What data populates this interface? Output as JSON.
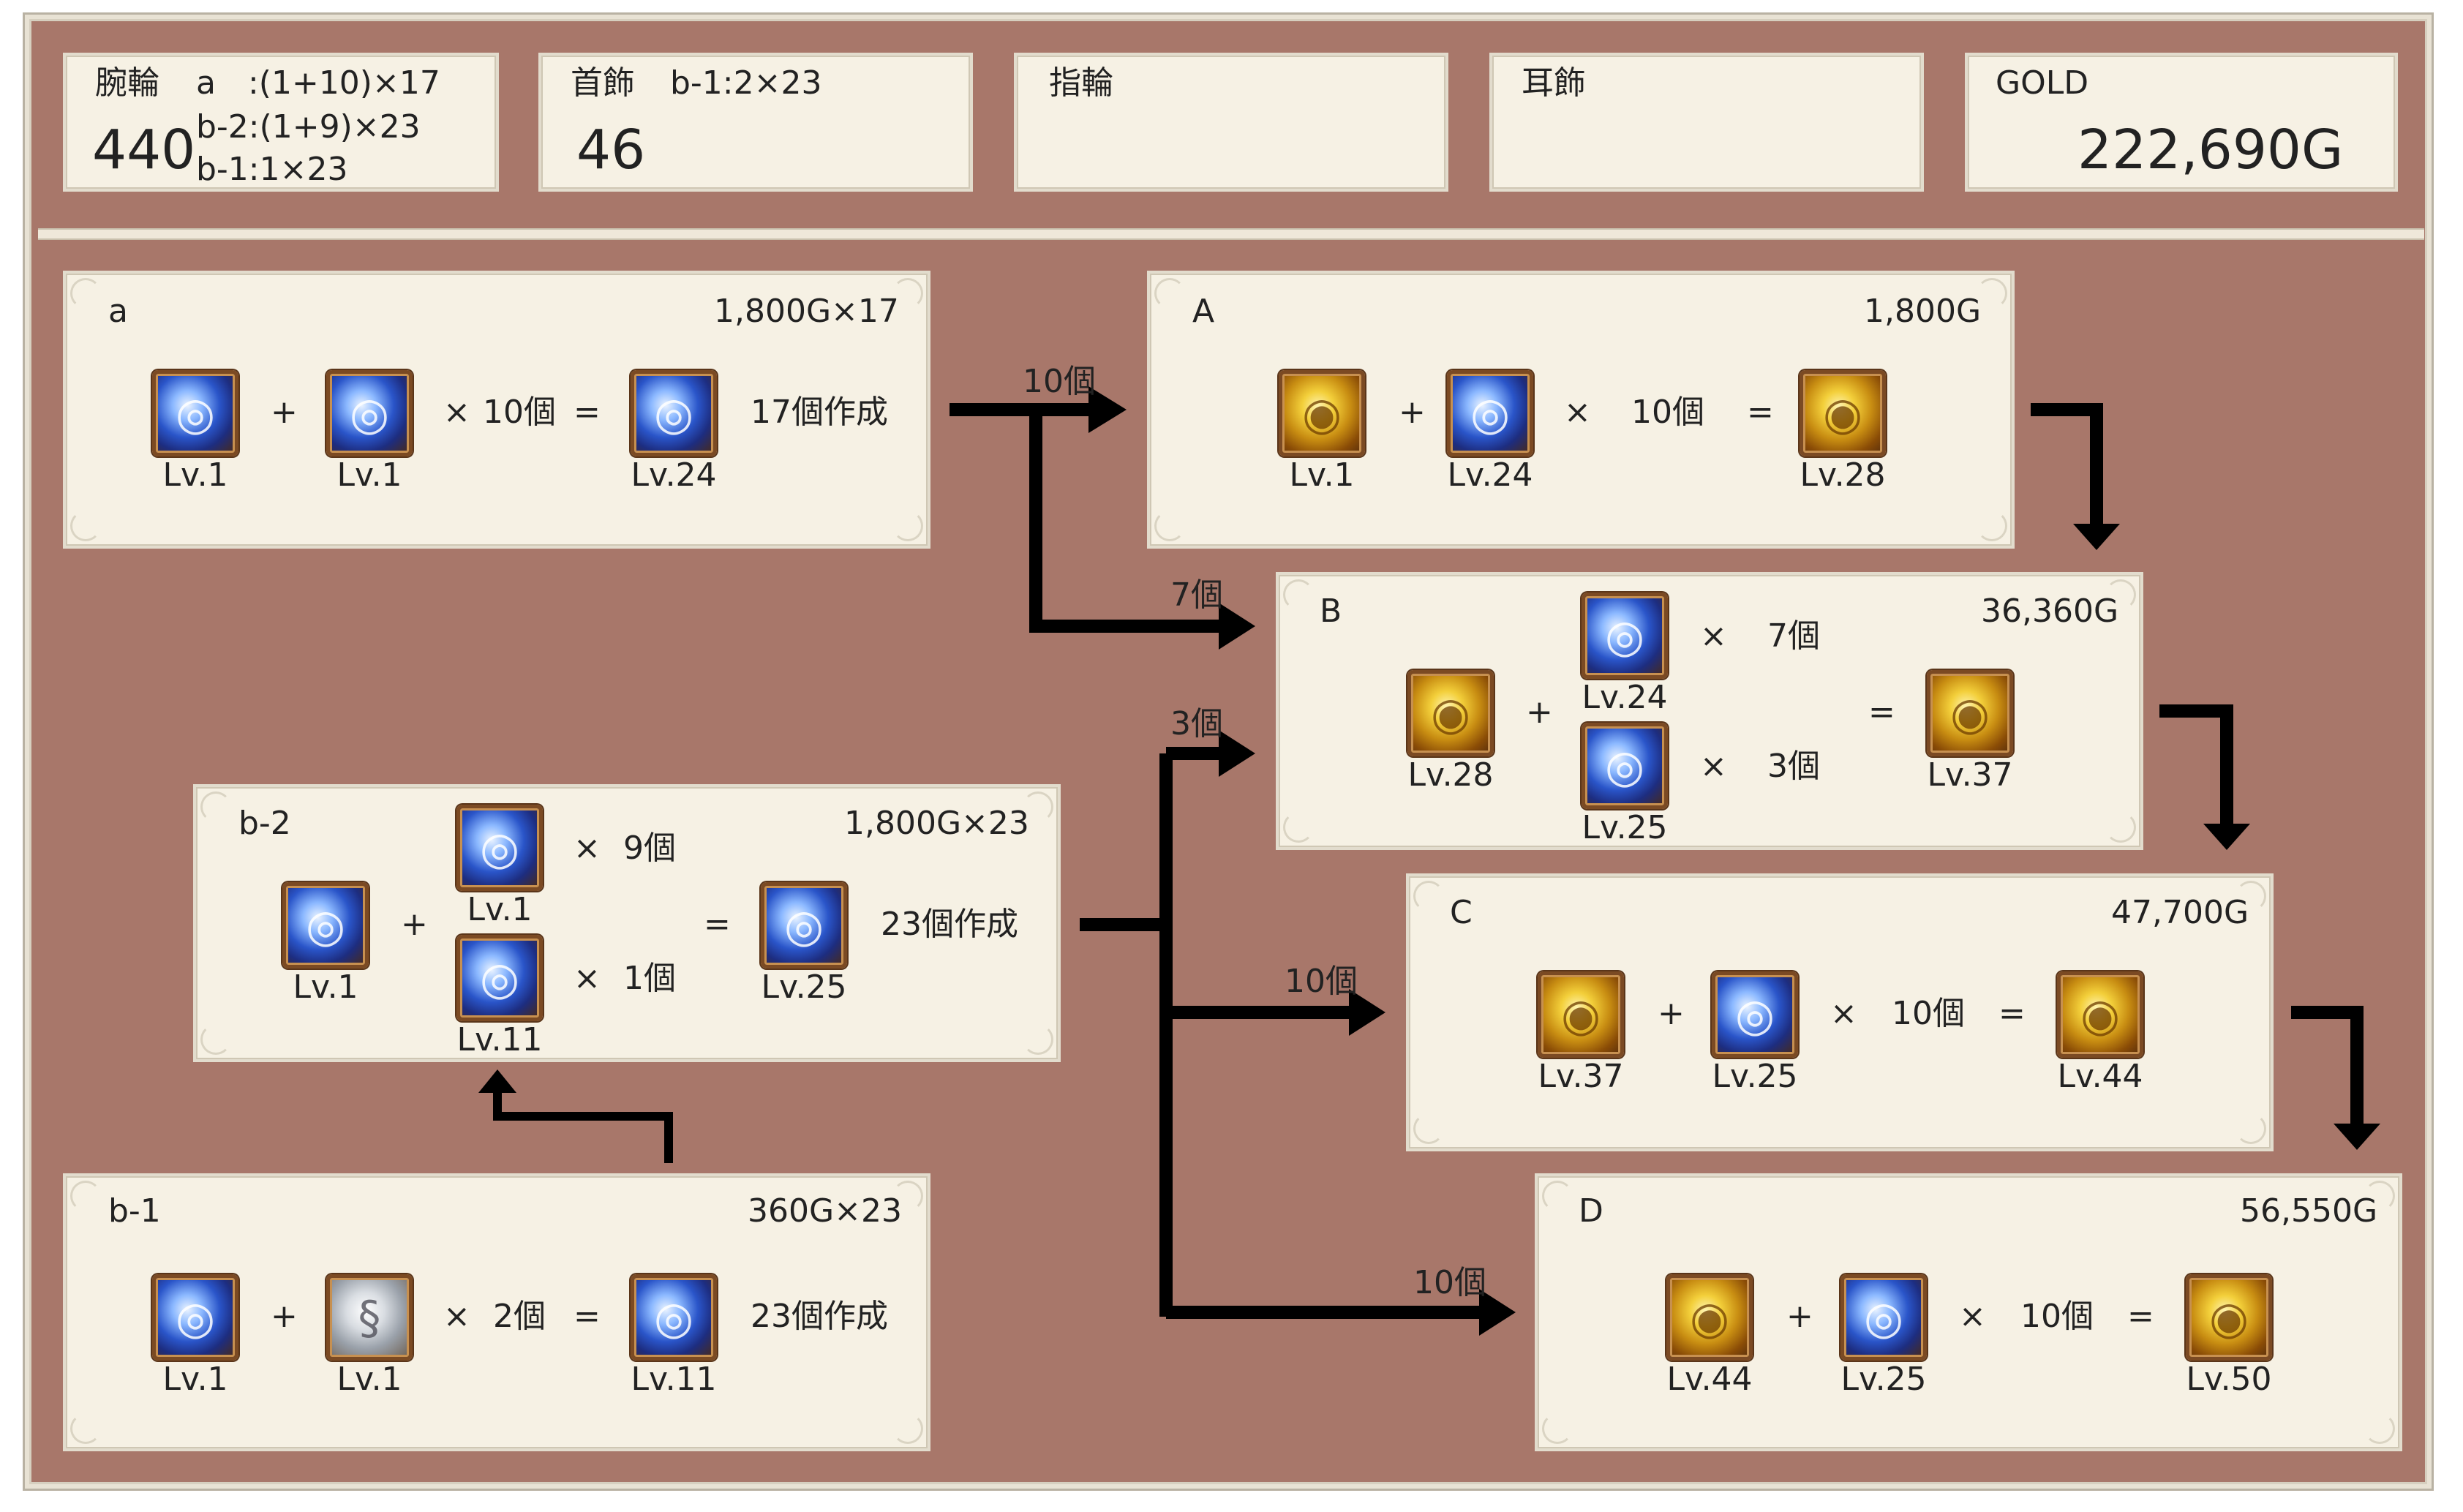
{
  "header": {
    "bracelet": {
      "title": "腕輪",
      "total": "440",
      "lines": [
        "a　:(1+10)×17",
        "b-2:(1+9)×23",
        "b-1:1×23"
      ]
    },
    "necklace": {
      "title": "首飾",
      "formula": "b-1:2×23",
      "total": "46"
    },
    "ring": {
      "title": "指輪"
    },
    "earring": {
      "title": "耳飾"
    },
    "gold": {
      "title": "GOLD",
      "value": "222,690G"
    }
  },
  "boxes": {
    "a": {
      "label": "a",
      "cost": "1,800G×17",
      "plus": "+",
      "times": "×",
      "qty": "10個",
      "eq": "=",
      "result_note": "17個作成",
      "levels": [
        "Lv.1",
        "Lv.1",
        "Lv.24"
      ]
    },
    "A": {
      "label": "A",
      "cost": "1,800G",
      "plus": "+",
      "times": "×",
      "qty": "10個",
      "eq": "=",
      "levels": [
        "Lv.1",
        "Lv.24",
        "Lv.28"
      ]
    },
    "B": {
      "label": "B",
      "cost": "36,360G",
      "plus": "+",
      "times": "×",
      "qty1": "7個",
      "qty2": "3個",
      "eq": "=",
      "levels": [
        "Lv.28",
        "Lv.24",
        "Lv.25",
        "Lv.37"
      ]
    },
    "b2": {
      "label": "b-2",
      "cost": "1,800G×23",
      "plus": "+",
      "times": "×",
      "qty1": "9個",
      "qty2": "1個",
      "eq": "=",
      "result_note": "23個作成",
      "levels": [
        "Lv.1",
        "Lv.1",
        "Lv.11",
        "Lv.25"
      ]
    },
    "C": {
      "label": "C",
      "cost": "47,700G",
      "plus": "+",
      "times": "×",
      "qty": "10個",
      "eq": "=",
      "levels": [
        "Lv.37",
        "Lv.25",
        "Lv.44"
      ]
    },
    "b1": {
      "label": "b-1",
      "cost": "360G×23",
      "plus": "+",
      "times": "×",
      "qty": "2個",
      "eq": "=",
      "result_note": "23個作成",
      "levels": [
        "Lv.1",
        "Lv.1",
        "Lv.11"
      ]
    },
    "D": {
      "label": "D",
      "cost": "56,550G",
      "plus": "+",
      "times": "×",
      "qty": "10個",
      "eq": "=",
      "levels": [
        "Lv.44",
        "Lv.25",
        "Lv.50"
      ]
    }
  },
  "arrows": {
    "a_to_A": "10個",
    "a_to_B": "7個",
    "b2_to_B": "3個",
    "b2_to_C": "10個",
    "b2_to_D": "10個"
  },
  "icons": {
    "blue": "blue-bracelet-icon",
    "gold": "gold-ring-icon",
    "silver": "silver-necklace-icon"
  }
}
